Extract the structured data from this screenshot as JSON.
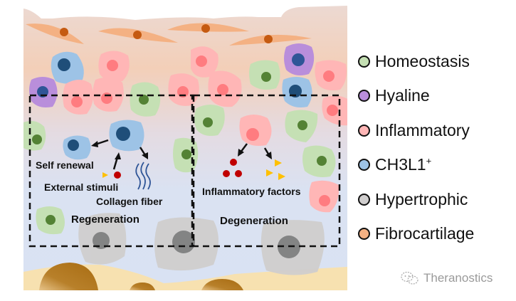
{
  "diagram": {
    "labels": {
      "self_renewal": "Self renewal",
      "external_stimuli": "External stimuli",
      "collagen_fiber": "Collagen fiber",
      "regeneration": "Regeneration",
      "inflammatory_factors": "Inflammatory factors",
      "degeneration": "Degeneration"
    },
    "colors": {
      "homeostasis": "#c5e0b4",
      "hyaline": "#b98edb",
      "inflammatory": "#ffb6b6",
      "ch3l1": "#9dc3e6",
      "hypertrophic": "#d0cece",
      "fibrocartilage": "#f4b183"
    }
  },
  "legend": {
    "items": [
      {
        "label": "Homeostasis",
        "color": "#c5e0b4"
      },
      {
        "label": "Hyaline",
        "color": "#b98edb"
      },
      {
        "label": "Inflammatory",
        "color": "#ffb6b6"
      },
      {
        "label": "CH3L1",
        "sup": "+",
        "color": "#9dc3e6"
      },
      {
        "label": "Hypertrophic",
        "color": "#d0cece"
      },
      {
        "label": "Fibrocartilage",
        "color": "#f4b183"
      }
    ]
  },
  "watermark": {
    "text": "Theranostics",
    "icon": "wechat-icon"
  }
}
